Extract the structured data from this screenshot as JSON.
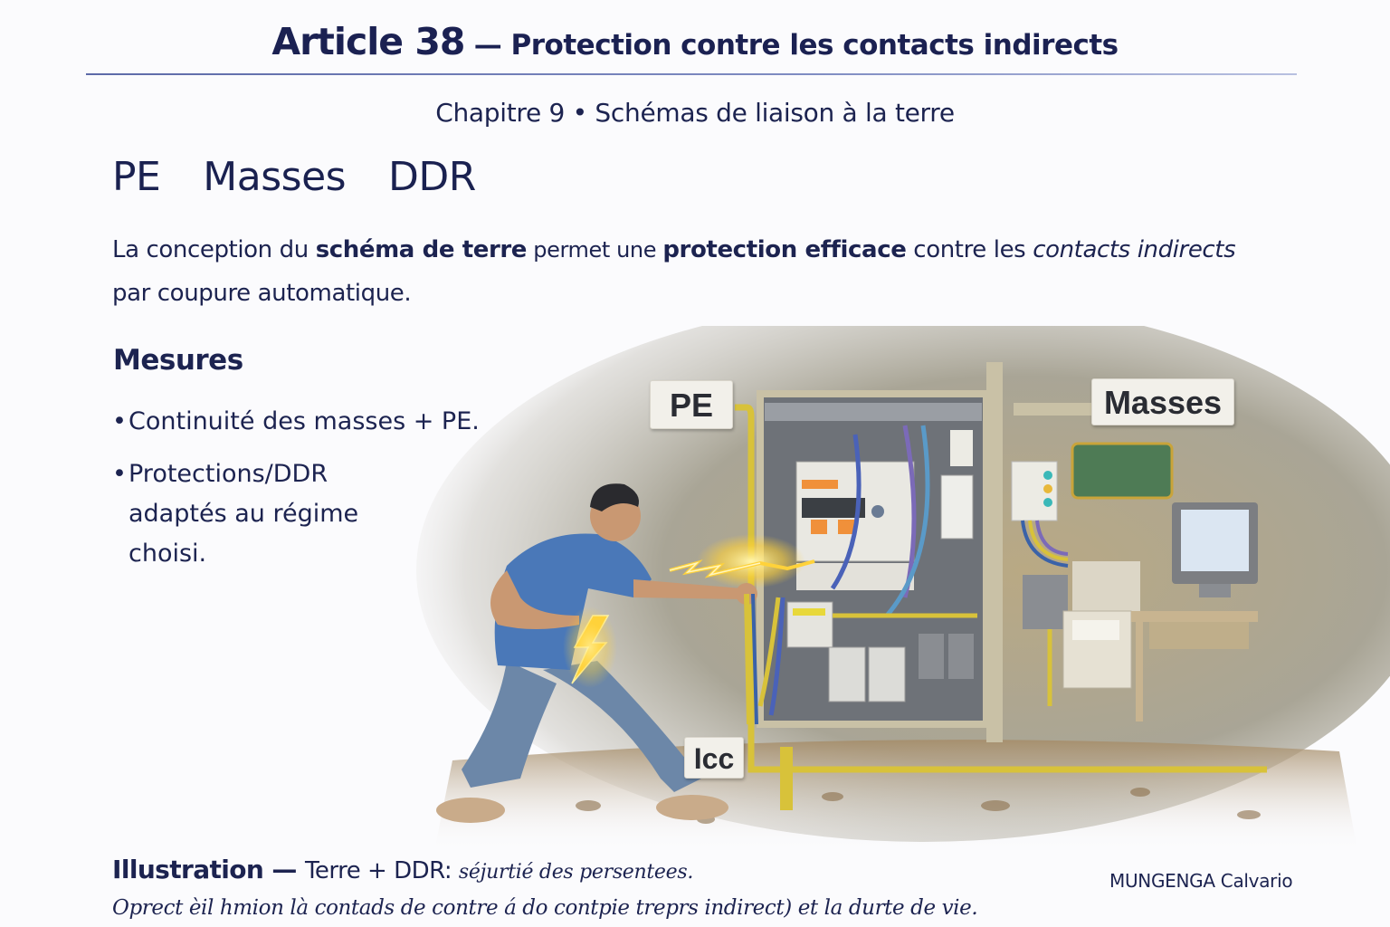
{
  "header": {
    "article_label": "Article 38",
    "dash": " — ",
    "article_subject": "Protection contre les contacts indirects",
    "chapter": "Chapitre 9 • Schémas de liaison à la terre"
  },
  "keywords_heading": "PE  Masses  DDR",
  "intro": {
    "p1": "La conception du ",
    "p2": "schéma de terre",
    "p3": " permet une ",
    "p4": "protection efficace",
    "p5": " contre les ",
    "p6": "contacts indirects",
    "p7": " par coupure automatique."
  },
  "mesures": {
    "heading": "Mesures",
    "bullet_char": "•",
    "items": [
      {
        "label": "Continuité des masses + PE."
      },
      {
        "label": "Protections/DDR adaptés au régime choisi."
      }
    ]
  },
  "illustration": {
    "labels": {
      "pe": "PE",
      "masses": "Masses",
      "icc": "Icc"
    },
    "colors": {
      "shirt": "#4a78b8",
      "jeans": "#6c87a8",
      "lightning": "#ffd23a",
      "cable_yellow": "#d8c23a",
      "panel": "#8a8d92",
      "ground": "#b69a72"
    }
  },
  "footer": {
    "caption_bold": "Illustration — ",
    "caption_norm": "Terre + DDR: ",
    "caption_ital": "séjurtié des persentees.",
    "author": "MUNGENGA Calvario",
    "footnote": "Oprect èil hmion là contads de contre á do contpie treprs indirect) et la durte de vie."
  }
}
